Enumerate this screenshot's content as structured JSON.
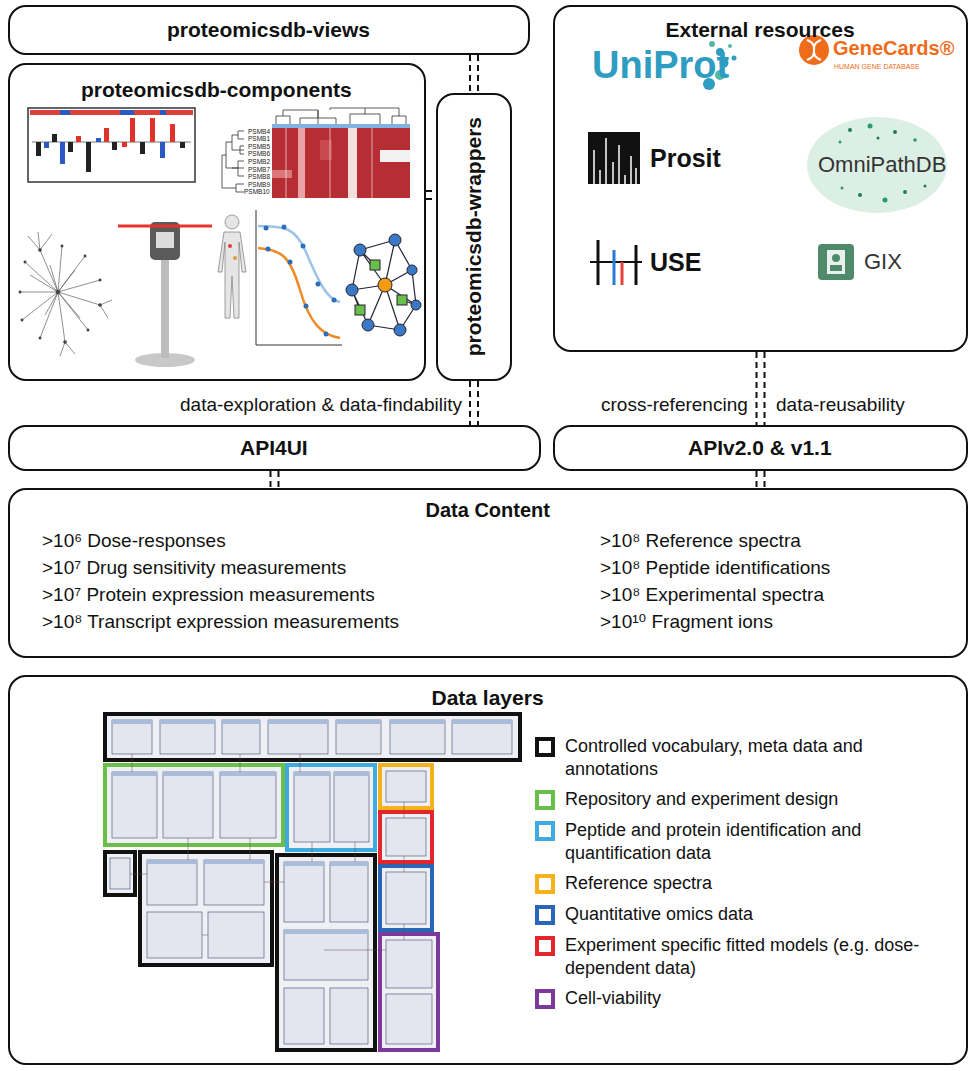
{
  "diagram": {
    "nodes": [
      {
        "text": [
          "proteomicsdb-views"
        ]
      },
      {
        "text": [
          "proteomicsdb-components"
        ]
      },
      {
        "text": [
          "proteomicsdb-wrappers"
        ]
      },
      {
        "text": [
          "External resources"
        ]
      },
      {
        "text": [
          "API4UI"
        ]
      },
      {
        "text": [
          "APIv2.0 & v1.1"
        ]
      },
      {
        "text": [
          "Data Content",
          ">10⁶ Dose-responses",
          ">10⁷ Drug sensitivity measurements",
          ">10⁷ Protein expression measurements",
          ">10⁸ Transcript expression measurements",
          ">10⁸ Reference spectra",
          ">10⁸ Peptide identifications",
          ">10⁸ Experimental spectra",
          ">10¹⁰ Fragment ions"
        ]
      },
      {
        "text": [
          "Data layers"
        ]
      }
    ],
    "edges": [
      {
        "from": 0,
        "to": 2,
        "arrow": "none"
      },
      {
        "from": 1,
        "to": 2,
        "arrow": "none"
      },
      {
        "from": 2,
        "to": 4,
        "arrow": "none"
      },
      {
        "from": 3,
        "to": 5,
        "arrow": "none"
      },
      {
        "from": 4,
        "to": 6,
        "arrow": "none"
      },
      {
        "from": 5,
        "to": 6,
        "arrow": "none"
      }
    ],
    "labels": [
      "data-exploration & data-findability",
      "cross-referencing",
      "data-reusability",
      "UniProt",
      "GeneCards®",
      "HUMAN GENE DATABASE",
      "Prosit",
      "OmniPathDB",
      "USE",
      "GIX",
      "PSMB4",
      "PSMB1",
      "PSMB5",
      "PSMB6",
      "PSMB2",
      "PSMB7",
      "PSMB8",
      "PSMB9",
      "PSMB10"
    ],
    "legend": [
      {
        "text": "Controlled vocabulary, meta data and annotations",
        "color": "#111111"
      },
      {
        "text": "Repository and experiment design",
        "color": "#6abf4b"
      },
      {
        "text": "Peptide and protein identification and quantification data",
        "color": "#3fa9e0"
      },
      {
        "text": "Reference spectra",
        "color": "#f5b21b"
      },
      {
        "text": "Quantitative omics data",
        "color": "#2a66b8"
      },
      {
        "text": "Experiment specific fitted models (e.g. dose-dependent data)",
        "color": "#e3262b"
      },
      {
        "text": "Cell-viability",
        "color": "#7b3a9c"
      }
    ]
  }
}
